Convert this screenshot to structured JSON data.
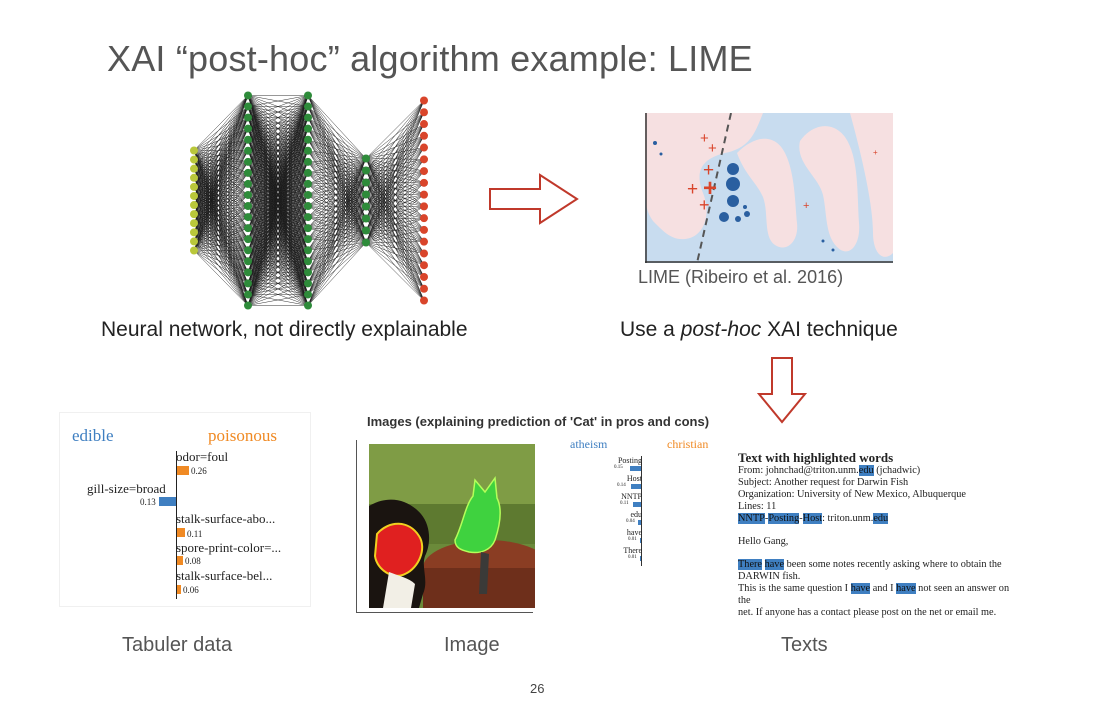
{
  "slide": {
    "title": "XAI “post-hoc” algorithm example: LIME",
    "page_number": "26"
  },
  "neural_network": {
    "caption": "Neural network, not directly explainable",
    "layers": [
      {
        "nodes": 12,
        "color": "#b9c73a"
      },
      {
        "nodes": 20,
        "color": "#2e8b3a"
      },
      {
        "nodes": 20,
        "color": "#2e8b3a"
      },
      {
        "nodes": 8,
        "color": "#2e8b3a"
      },
      {
        "nodes": 18,
        "color": "#d9452b"
      }
    ]
  },
  "lime_figure": {
    "label": "LIME (Ribeiro et al. 2016)",
    "caption_prefix": "Use a ",
    "caption_italic": "post-hoc",
    "caption_suffix": " XAI technique",
    "colors": {
      "background": "#c8dcef",
      "region": "#f6e0e1",
      "plus": "#d9452b",
      "dot": "#2a5fa0"
    }
  },
  "tabular": {
    "class_left": "edible",
    "class_right": "poisonous",
    "class_left_color": "#3f7fc1",
    "class_right_color": "#f08a24",
    "features": [
      {
        "label": "odor=foul",
        "value": "0.26",
        "side": "right"
      },
      {
        "label": "gill-size=broad",
        "value": "0.13",
        "side": "left"
      },
      {
        "label": "stalk-surface-abo...",
        "value": "0.11",
        "side": "right"
      },
      {
        "label": "spore-print-color=...",
        "value": "0.08",
        "side": "right"
      },
      {
        "label": "stalk-surface-bel...",
        "value": "0.06",
        "side": "right"
      }
    ],
    "caption": "Tabuler data"
  },
  "image_panel": {
    "title": "Images (explaining prediction of 'Cat' in pros and cons)",
    "class_left": "atheism",
    "class_right": "christian",
    "words": [
      {
        "label": "Posting",
        "value": "0.15"
      },
      {
        "label": "Host",
        "value": "0.14"
      },
      {
        "label": "NNTP",
        "value": "0.11"
      },
      {
        "label": "edu",
        "value": "0.04"
      },
      {
        "label": "have",
        "value": "0.01"
      },
      {
        "label": "There",
        "value": "0.01"
      }
    ],
    "caption": "Image"
  },
  "text_panel": {
    "title": "Text with highlighted words",
    "from_pre": "From: johnchad@triton.unm.",
    "from_hl": "edu",
    "from_post": " (jchadwic)",
    "subject": "Subject: Another request for Darwin Fish",
    "organization": "Organization: University of New Mexico, Albuquerque",
    "lines": "Lines: 11",
    "nntp_hl1": "NNTP",
    "nntp_dash1": "-",
    "nntp_hl2": "Posting",
    "nntp_dash2": "-",
    "nntp_hl3": "Host",
    "nntp_mid": ": triton.unm.",
    "nntp_hl4": "edu",
    "greeting": "Hello Gang,",
    "p1_hl1": "There",
    "p1_sp": " ",
    "p1_hl2": "have",
    "p1_post": " been some notes recently asking where to obtain the",
    "p2": "DARWIN fish.",
    "p3_pre": "This is the same question I ",
    "p3_hl1": "have",
    "p3_mid": " and I ",
    "p3_hl2": "have",
    "p3_post": " not seen an answer on",
    "p4": "the",
    "p5": "net. If anyone has a contact please post on the net or email me.",
    "caption": "Texts"
  }
}
